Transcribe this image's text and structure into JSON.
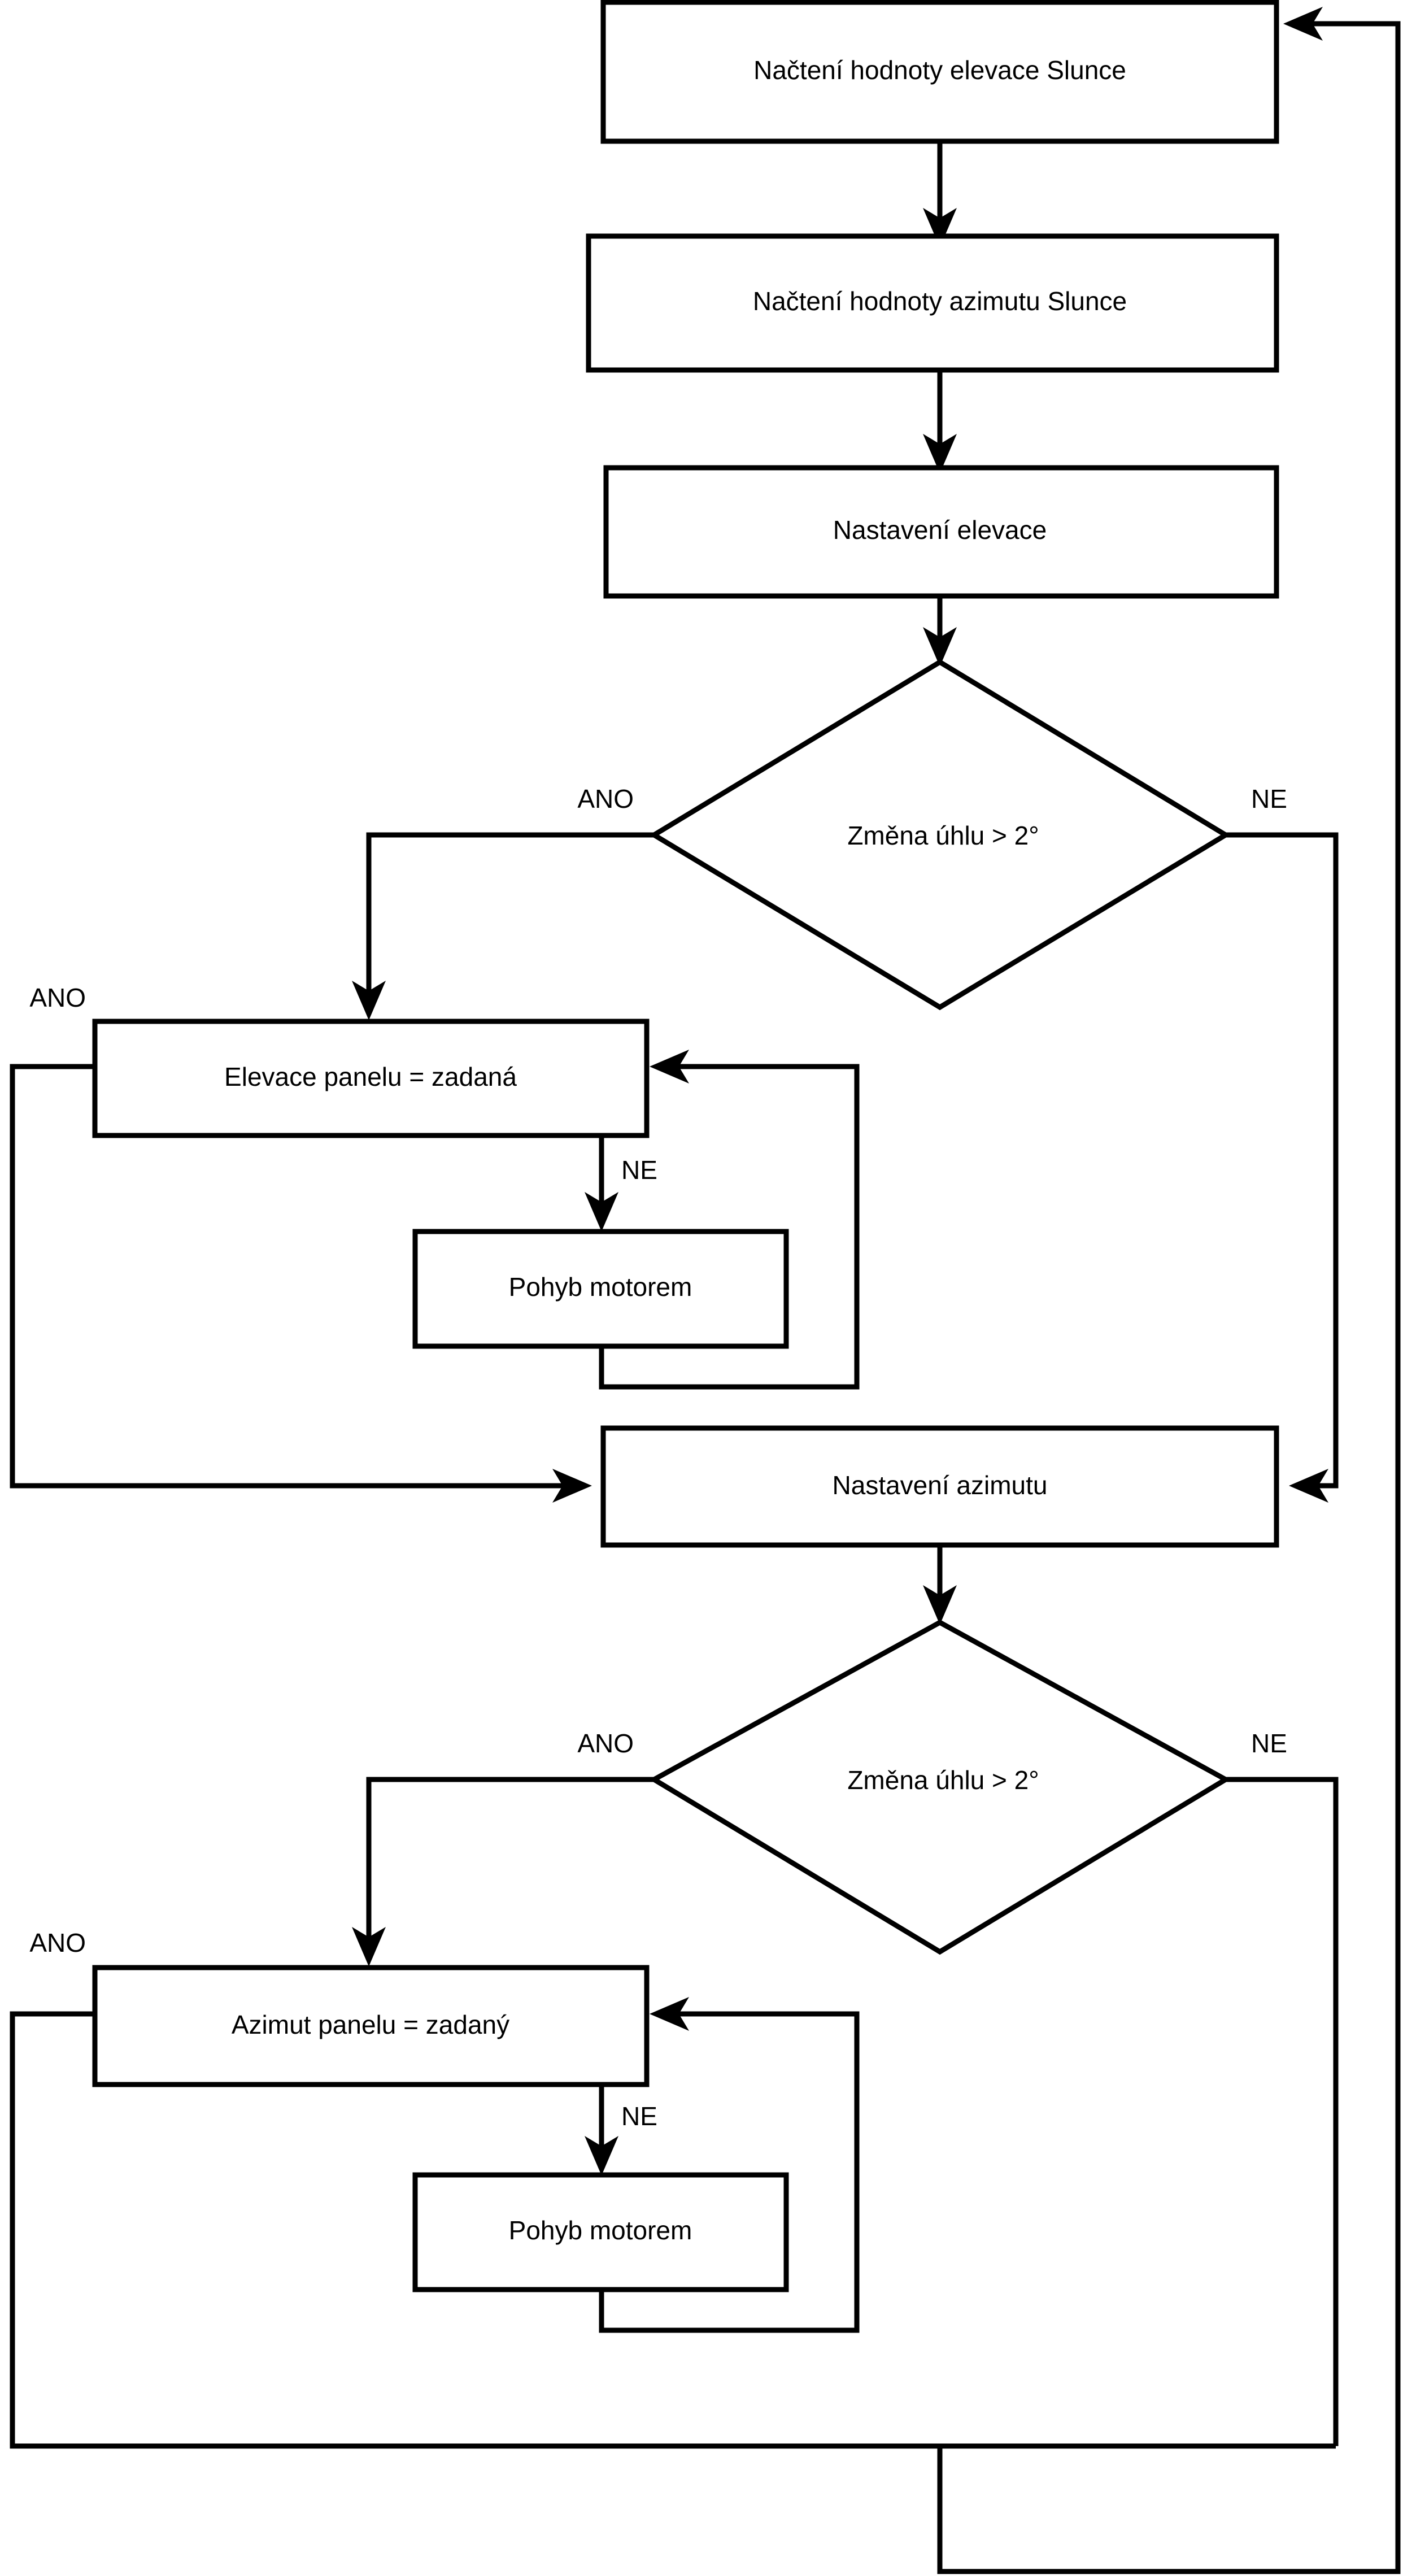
{
  "diagram": {
    "type": "flowchart",
    "language": "cs",
    "title": "Solar tracker control flowchart",
    "colors": {
      "background": "#ffffff",
      "stroke": "#000000",
      "fill": "#ffffff",
      "text": "#000000"
    }
  },
  "nodes": {
    "read_elevation": {
      "label": "Načtení hodnoty elevace Slunce",
      "shape": "process"
    },
    "read_azimuth": {
      "label": "Načtení hodnoty azimutu Slunce",
      "shape": "process"
    },
    "set_elevation": {
      "label": "Nastavení elevace",
      "shape": "process"
    },
    "decision_elev": {
      "label": "Změna úhlu > 2°",
      "shape": "decision"
    },
    "panel_elev_eq": {
      "label": "Elevace panelu = zadaná",
      "shape": "process"
    },
    "motor_move_1": {
      "label": "Pohyb motorem",
      "shape": "process"
    },
    "set_azimuth": {
      "label": "Nastavení azimutu",
      "shape": "process"
    },
    "decision_azim": {
      "label": "Změna úhlu > 2°",
      "shape": "decision"
    },
    "panel_azim_eq": {
      "label": "Azimut panelu = zadaný",
      "shape": "process"
    },
    "motor_move_2": {
      "label": "Pohyb motorem",
      "shape": "process"
    }
  },
  "edge_labels": {
    "elev_yes": "ANO",
    "elev_no": "NE",
    "elev_loop_yes": "ANO",
    "elev_loop_no": "NE",
    "azim_yes": "ANO",
    "azim_no": "NE",
    "azim_loop_yes": "ANO",
    "azim_loop_no": "NE"
  }
}
